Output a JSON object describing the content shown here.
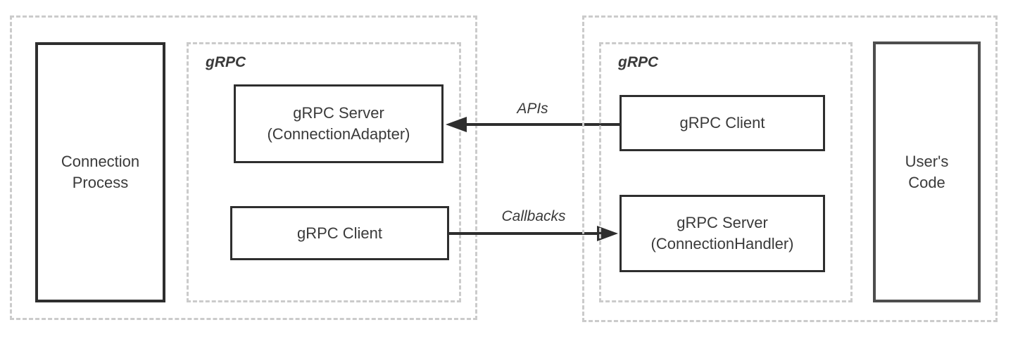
{
  "diagram": {
    "left_group": {
      "connection_process": {
        "line1": "Connection",
        "line2": "Process"
      },
      "grpc": {
        "label": "gRPC",
        "server": {
          "line1": "gRPC Server",
          "line2": "(ConnectionAdapter)"
        },
        "client": {
          "line1": "gRPC Client"
        }
      }
    },
    "arrows": {
      "apis": {
        "label": "APIs",
        "direction": "right-to-left"
      },
      "callbacks": {
        "label": "Callbacks",
        "direction": "left-to-right"
      }
    },
    "right_group": {
      "grpc": {
        "label": "gRPC",
        "client": {
          "line1": "gRPC Client"
        },
        "server": {
          "line1": "gRPC Server",
          "line2": "(ConnectionHandler)"
        }
      },
      "users_code": {
        "line1": "User's",
        "line2": "Code"
      }
    },
    "colors": {
      "background": "#ffffff",
      "box_border": "#2e2e2e",
      "user_code_border": "#4d4d4d",
      "dashed_border": "#cbcbcb",
      "text_color": "#3a3a3a",
      "arrow_color": "#2e2e2e"
    }
  }
}
